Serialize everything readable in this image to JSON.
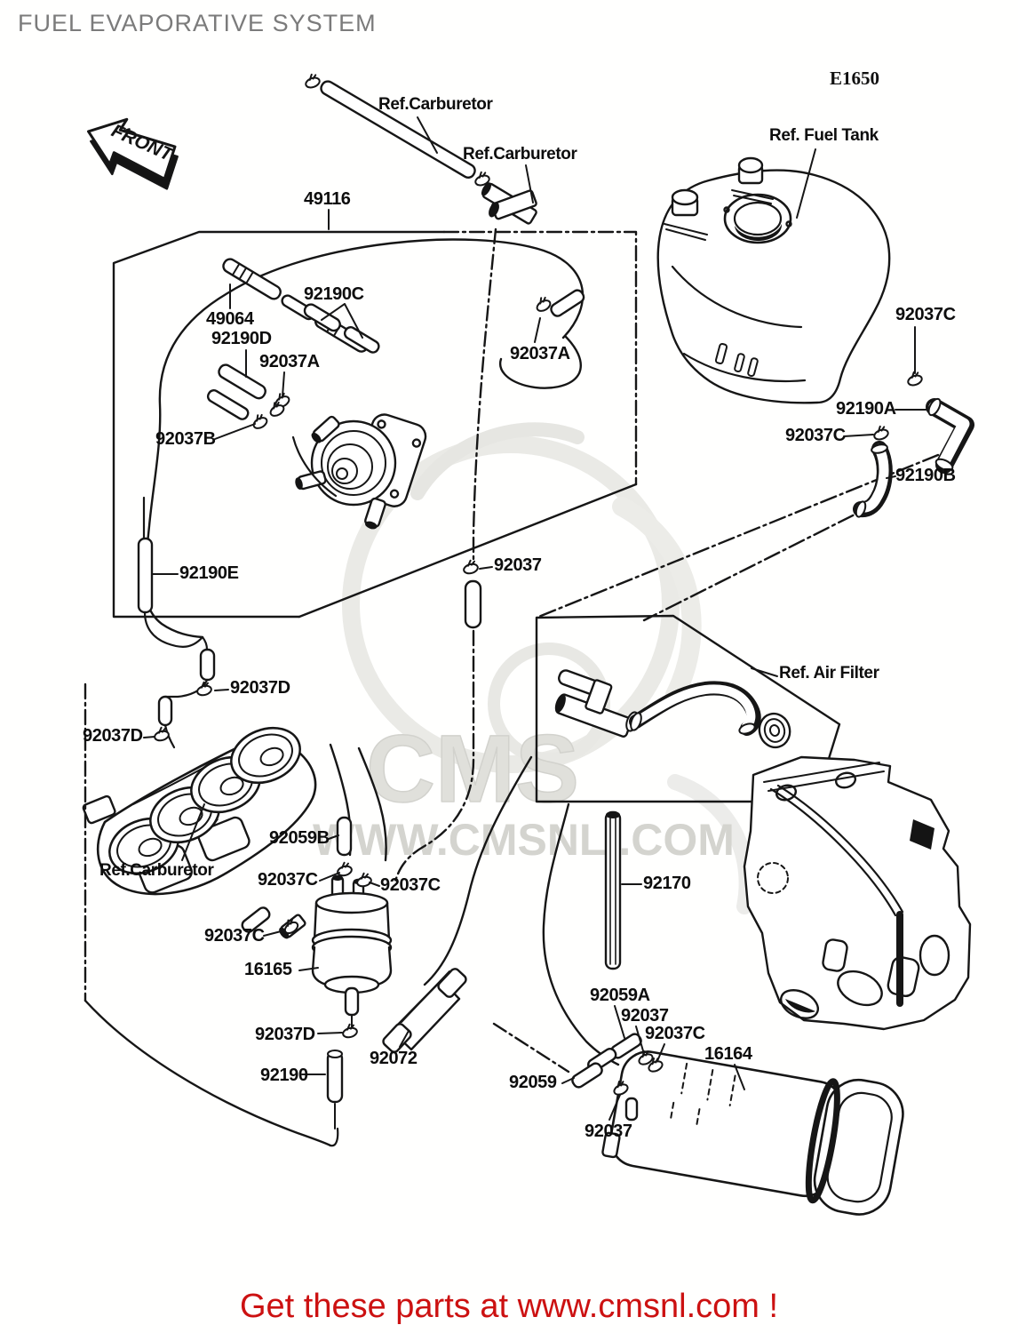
{
  "header": {
    "title": "FUEL EVAPORATIVE SYSTEM",
    "diagram_code": "E1650",
    "front_marker": "FRONT"
  },
  "watermark": {
    "big": "CMS",
    "url": "WWW.CMSNL..COM"
  },
  "footer": {
    "promo": "Get these parts at www.cmsnl.com !"
  },
  "labels": [
    {
      "id": "ref-carburetor-top",
      "text": "Ref.Carburetor"
    },
    {
      "id": "ref-carburetor-tee",
      "text": "Ref.Carburetor"
    },
    {
      "id": "ref-fuel-tank",
      "text": "Ref. Fuel Tank"
    },
    {
      "id": "part-49116",
      "text": "49116"
    },
    {
      "id": "part-92190C",
      "text": "92190C"
    },
    {
      "id": "part-49064",
      "text": "49064"
    },
    {
      "id": "part-92190D",
      "text": "92190D"
    },
    {
      "id": "part-92037A-left",
      "text": "92037A"
    },
    {
      "id": "part-92037A-right",
      "text": "92037A"
    },
    {
      "id": "part-92037C-tank",
      "text": "92037C"
    },
    {
      "id": "part-92037B",
      "text": "92037B"
    },
    {
      "id": "part-92190A",
      "text": "92190A"
    },
    {
      "id": "part-92037C-right",
      "text": "92037C"
    },
    {
      "id": "part-92190B",
      "text": "92190B"
    },
    {
      "id": "part-92190E",
      "text": "92190E"
    },
    {
      "id": "part-92037-mid",
      "text": "92037"
    },
    {
      "id": "part-92037D-mid",
      "text": "92037D"
    },
    {
      "id": "part-92037D-left",
      "text": "92037D"
    },
    {
      "id": "part-92059B",
      "text": "92059B"
    },
    {
      "id": "ref-carburetor-bank",
      "text": "Ref.Carburetor"
    },
    {
      "id": "part-92037C-pump1",
      "text": "92037C"
    },
    {
      "id": "part-92037C-pump2",
      "text": "92037C"
    },
    {
      "id": "ref-air-filter",
      "text": "Ref. Air Filter"
    },
    {
      "id": "part-92170",
      "text": "92170"
    },
    {
      "id": "part-92037C-inlet",
      "text": "92037C"
    },
    {
      "id": "part-16165",
      "text": "16165"
    },
    {
      "id": "part-92059A",
      "text": "92059A"
    },
    {
      "id": "part-92037-can-top",
      "text": "92037"
    },
    {
      "id": "part-92037C-can",
      "text": "92037C"
    },
    {
      "id": "part-16164",
      "text": "16164"
    },
    {
      "id": "part-92037D-bottom",
      "text": "92037D"
    },
    {
      "id": "part-92072",
      "text": "92072"
    },
    {
      "id": "part-92190",
      "text": "92190"
    },
    {
      "id": "part-92059",
      "text": "92059"
    },
    {
      "id": "part-92037-can-bottom",
      "text": "92037"
    }
  ],
  "colors": {
    "line": "#161616",
    "title_gray": "#7b7b7b",
    "footer_red": "#cc1111",
    "watermark_gray": "#d6d6d1"
  }
}
